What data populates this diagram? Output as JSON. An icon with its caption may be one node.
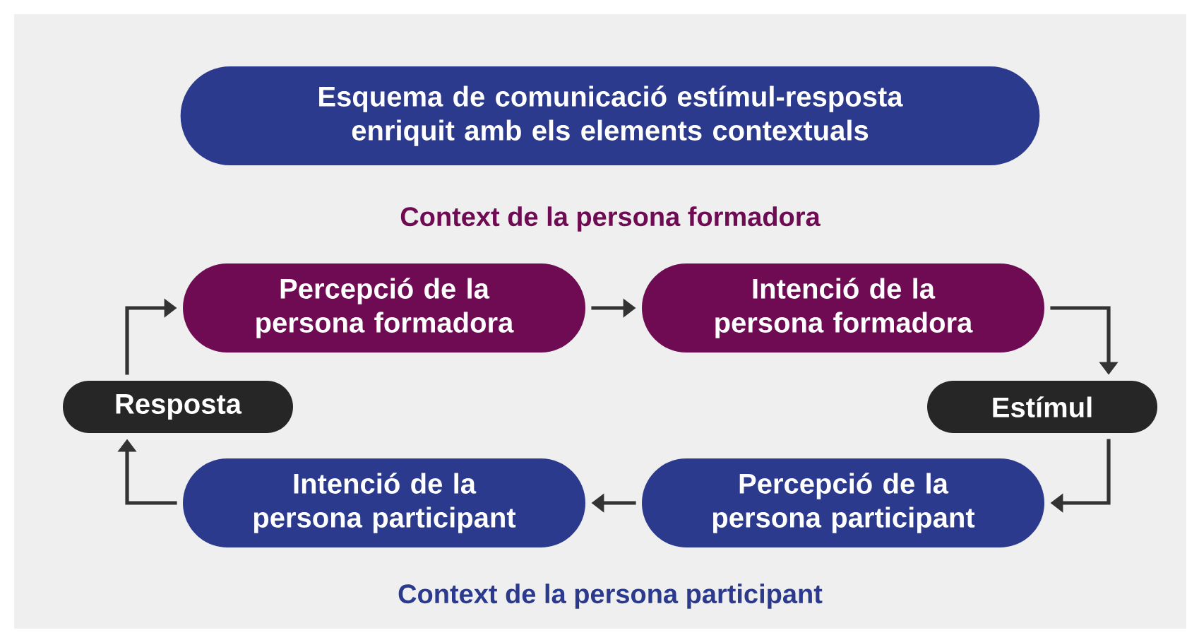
{
  "diagram": {
    "title": "Esquema de comunicació estímul-resposta enriquit amb els elements contextuals",
    "nodes": [
      {
        "text": [
          "Percepció de la persona formadora"
        ]
      },
      {
        "text": [
          "Intenció de la persona formadora"
        ]
      },
      {
        "text": [
          "Estímul"
        ]
      },
      {
        "text": [
          "Percepció de la persona participant"
        ]
      },
      {
        "text": [
          "Intenció de la persona participant"
        ]
      },
      {
        "text": [
          "Resposta"
        ]
      }
    ],
    "edges": [
      {
        "from": 0,
        "to": 1,
        "arrow": "to"
      },
      {
        "from": 1,
        "to": 2,
        "arrow": "to"
      },
      {
        "from": 2,
        "to": 3,
        "arrow": "to"
      },
      {
        "from": 3,
        "to": 4,
        "arrow": "to"
      },
      {
        "from": 4,
        "to": 5,
        "arrow": "to"
      },
      {
        "from": 5,
        "to": 0,
        "arrow": "to"
      }
    ],
    "labels": [
      "Context de la persona formadora",
      "Context de la persona participant"
    ]
  }
}
